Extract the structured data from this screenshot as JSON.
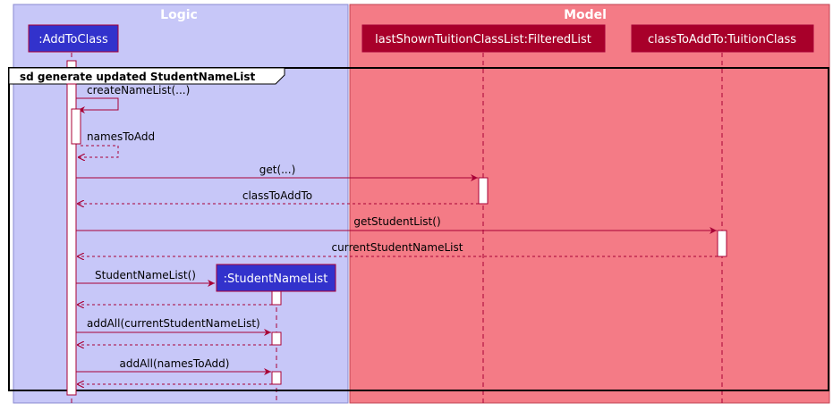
{
  "lanes": {
    "logic": {
      "title": "Logic",
      "color": "#c7c7f8"
    },
    "model": {
      "title": "Model",
      "color": "#f47b86"
    }
  },
  "participants": {
    "add_to_class": ":AddToClass",
    "tuition_class_list": "lastShownTuitionClassList:FilteredList",
    "class_to_add_to": "classToAddTo:TuitionClass",
    "student_name_list": ":StudentNameList"
  },
  "frame": {
    "title": "sd generate updated StudentNameList"
  },
  "messages": {
    "create_name_list": "createNameList(...)",
    "names_to_add": "namesToAdd",
    "get": "get(...)",
    "class_to_add_to": "classToAddTo",
    "get_student_list": "getStudentList()",
    "current_student_name_list": "currentStudentNameList",
    "student_name_list_ctor": "StudentNameList()",
    "add_all_current": "addAll(currentStudentNameList)",
    "add_all_names": "addAll(namesToAdd)"
  },
  "colors": {
    "logic_participant_fill": "#3232cc",
    "model_participant_fill": "#a8002a",
    "arrow": "#a80036",
    "lifeline": "#a80036"
  }
}
